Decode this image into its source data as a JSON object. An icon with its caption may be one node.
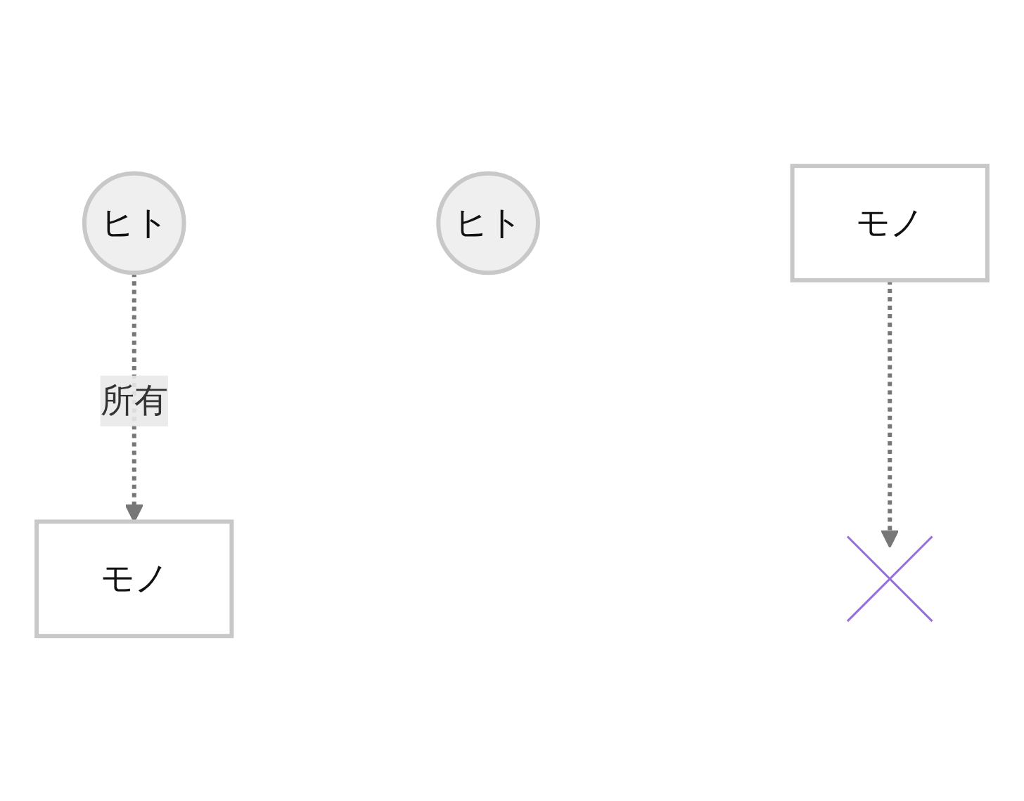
{
  "diagram": {
    "nodes": [
      {
        "text": [
          "ヒト"
        ]
      },
      {
        "text": [
          "モノ"
        ]
      },
      {
        "text": [
          "ヒト"
        ]
      },
      {
        "text": [
          "モノ"
        ]
      },
      {
        "text": [],
        "shape": "cross"
      }
    ],
    "edges": [
      {
        "from": 0,
        "to": 1,
        "arrow": "to",
        "label": "所有",
        "style": "dashed"
      },
      {
        "from": 3,
        "to": 4,
        "arrow": "to",
        "style": "dashed"
      }
    ]
  }
}
